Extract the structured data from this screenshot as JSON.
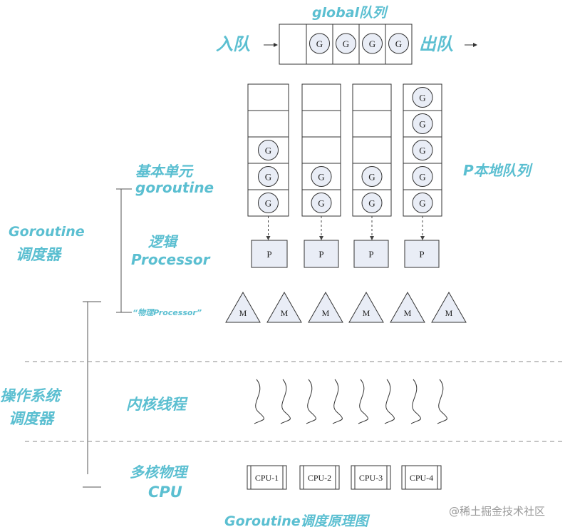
{
  "global_queue": {
    "label": "global队列",
    "enqueue": "入队",
    "dequeue": "出队",
    "items": [
      "G",
      "G",
      "G",
      "G"
    ]
  },
  "labels": {
    "basic_unit": "基本单元",
    "goroutine": "goroutine",
    "p_local_queue": "P本地队列",
    "goroutine_scheduler_en": "Goroutine",
    "goroutine_scheduler_cn": "调度器",
    "logical": "逻辑",
    "processor": "Processor",
    "physical_processor": "“物理Processor”",
    "os_scheduler_line1": "操作系统",
    "os_scheduler_line2": "调度器",
    "kernel_threads": "内核线程",
    "multicore_line1": "多核物理",
    "multicore_line2": "CPU",
    "caption": "Goroutine调度原理图",
    "watermark": "@稀土掘金技术社区"
  },
  "local_queues": [
    {
      "items": [
        "G",
        "G",
        "G"
      ]
    },
    {
      "items": [
        "G",
        "G"
      ]
    },
    {
      "items": [
        "G",
        "G"
      ]
    },
    {
      "items": [
        "G",
        "G",
        "G",
        "G",
        "G"
      ]
    }
  ],
  "processors": [
    "P",
    "P",
    "P",
    "P"
  ],
  "machines": [
    "M",
    "M",
    "M",
    "M",
    "M",
    "M"
  ],
  "cpus": [
    "CPU-1",
    "CPU-2",
    "CPU-3",
    "CPU-4"
  ]
}
